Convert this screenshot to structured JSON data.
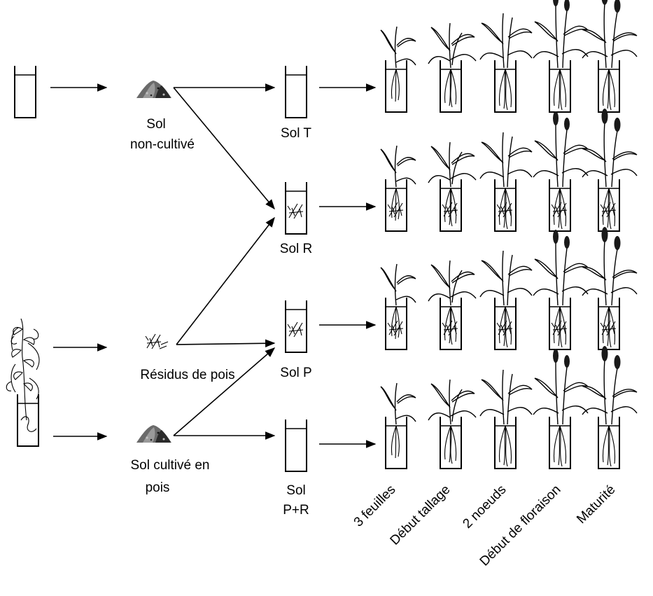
{
  "soil_sources": {
    "uncultivated_line1": "Sol",
    "uncultivated_line2": "non-cultivé",
    "residues": "Résidus de pois",
    "pea_soil_line1": "Sol cultivé en",
    "pea_soil_line2": "pois"
  },
  "treatments": [
    {
      "id": "T",
      "line1": "Sol T",
      "line2": ""
    },
    {
      "id": "R",
      "line1": "Sol R",
      "line2": ""
    },
    {
      "id": "P",
      "line1": "Sol P",
      "line2": ""
    },
    {
      "id": "PR",
      "line1": "Sol",
      "line2": "P+R"
    }
  ],
  "growth_stages": [
    "3 feuilles",
    "Début tallage",
    "2 noeuds",
    "Début de floraison",
    "Maturité"
  ],
  "icons": {
    "empty_pot": "pot-icon",
    "soil_pile": "soil-pile-icon",
    "pea_plant": "pea-plant-icon",
    "pea_residue": "pea-residue-icon",
    "wheat_plant": "wheat-plant-icon"
  }
}
